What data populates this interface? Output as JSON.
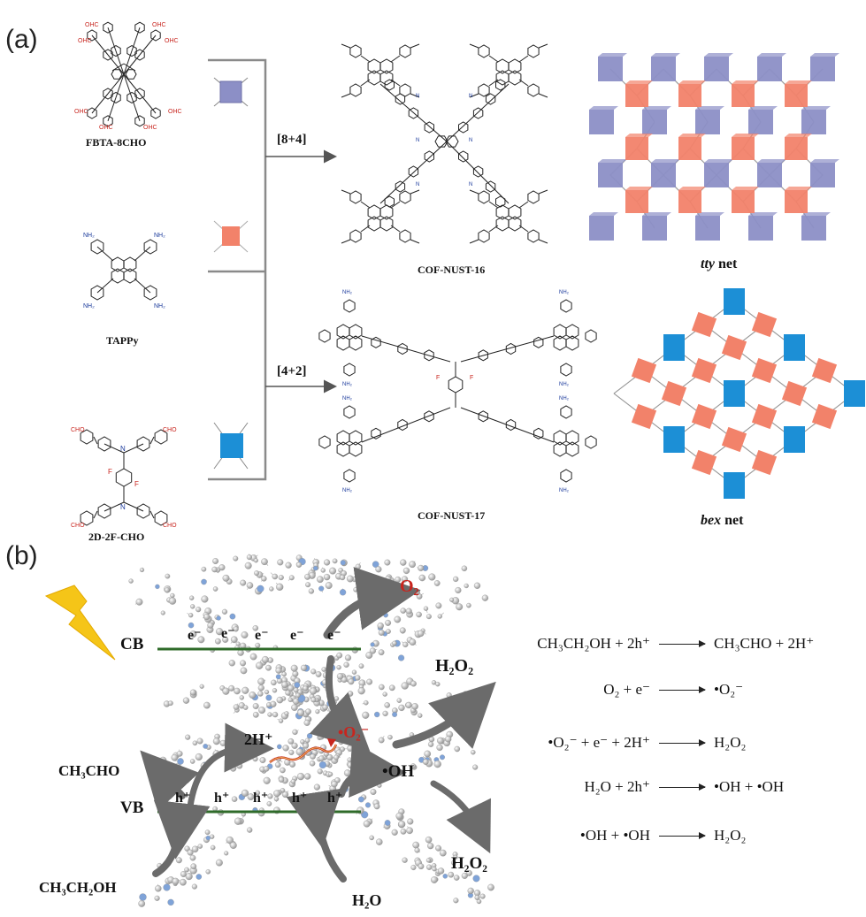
{
  "panels": {
    "a": "(a)",
    "b": "(b)"
  },
  "molecules": {
    "fbta": "FBTA-8CHO",
    "tappy": "TAPPy",
    "d2f": "2D-2F-CHO",
    "cof16": "COF-NUST-16",
    "cof17": "COF-NUST-17"
  },
  "reactions": {
    "r1": "[8+4]",
    "r2": "[4+2]"
  },
  "nets": {
    "tty": {
      "italic": "tty",
      "suffix": " net"
    },
    "bex": {
      "italic": "bex",
      "suffix": " net"
    }
  },
  "photocatalysis": {
    "cb": "CB",
    "vb": "VB",
    "electron": "e⁻",
    "hole": "h⁺",
    "o2": "O₂",
    "h2o2_top": "H₂O₂",
    "superoxide": "•O₂⁻",
    "two_h": "2H⁺",
    "ch3cho": "CH₃CHO",
    "oh": "•OH",
    "h2o2_bottom": "H₂O₂",
    "ethanol": "CH₃CH₂OH",
    "water": "H₂O"
  },
  "equations": [
    {
      "lhs": "CH₃CH₂OH + 2h⁺",
      "rhs": "CH₃CHO + 2H⁺"
    },
    {
      "lhs": "O₂ + e⁻",
      "rhs": "•O₂⁻"
    },
    {
      "lhs": "•O₂⁻ + e⁻ + 2H⁺",
      "rhs": "H₂O₂"
    },
    {
      "lhs": "H₂O + 2h⁺",
      "rhs": "•OH + •OH"
    },
    {
      "lhs": "•OH + •OH",
      "rhs": "H₂O₂"
    }
  ],
  "colors": {
    "node_blue": "#8c8fc6",
    "node_salmon": "#f2826a",
    "node_cyan": "#1c8fd6",
    "band_line": "#2f6b2a",
    "lightning": "#f5c518",
    "accent_red": "#c8251e",
    "arrow_gray": "#6b6b6b"
  }
}
